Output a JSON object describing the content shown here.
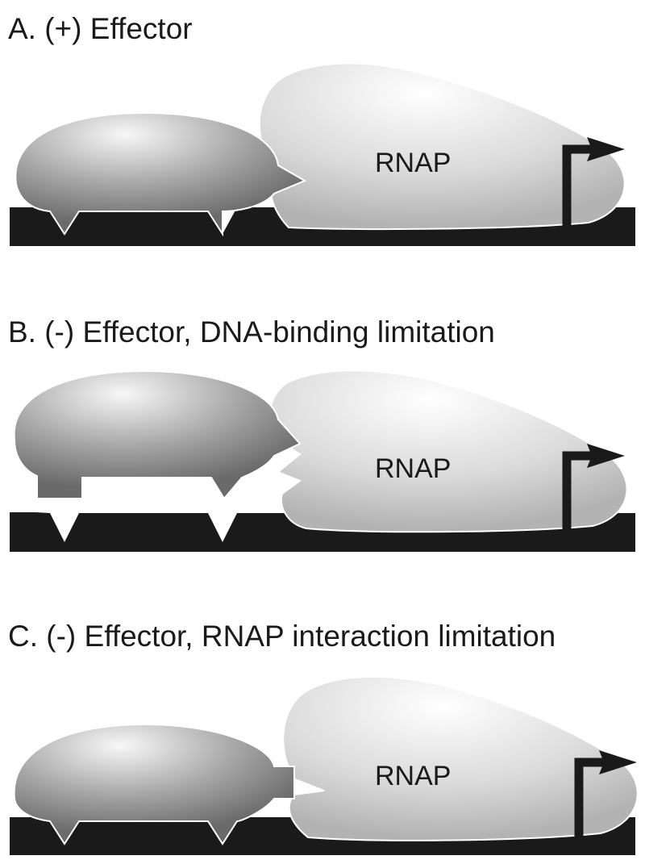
{
  "panels": [
    {
      "id": "A",
      "title": "A.  (+) Effector",
      "rnap_label": "RNAP"
    },
    {
      "id": "B",
      "title": "B.  (-) Effector, DNA-binding limitation",
      "rnap_label": "RNAP"
    },
    {
      "id": "C",
      "title": "C.  (-) Effector, RNAP interaction limitation",
      "rnap_label": "RNAP"
    }
  ],
  "colors": {
    "dna": "#1a1a1a",
    "activator_light": "#e8e8e8",
    "activator_dark": "#6e6e6e",
    "rnap_light": "#ffffff",
    "rnap_dark": "#b8b8b8"
  }
}
